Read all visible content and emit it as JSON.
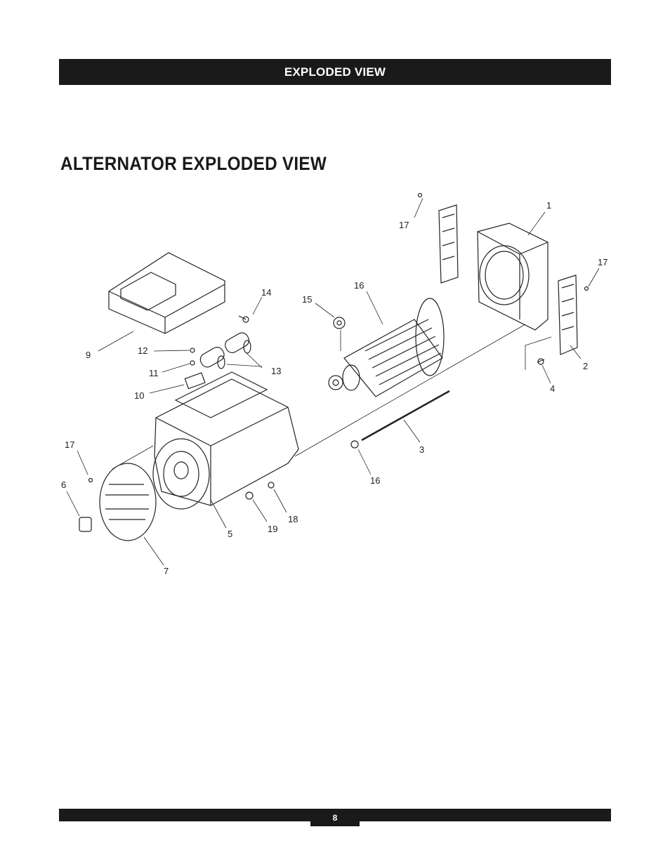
{
  "header": {
    "section_title": "EXPLODED VIEW"
  },
  "page": {
    "title": "ALTERNATOR EXPLODED VIEW",
    "page_number": "8"
  },
  "callouts": [
    "17",
    "1",
    "17",
    "14",
    "16",
    "15",
    "9",
    "12",
    "13",
    "11",
    "10",
    "2",
    "4",
    "3",
    "17",
    "16",
    "6",
    "5",
    "19",
    "18",
    "7"
  ],
  "colors": {
    "bar": "#1a1a1a",
    "line": "#222222"
  }
}
